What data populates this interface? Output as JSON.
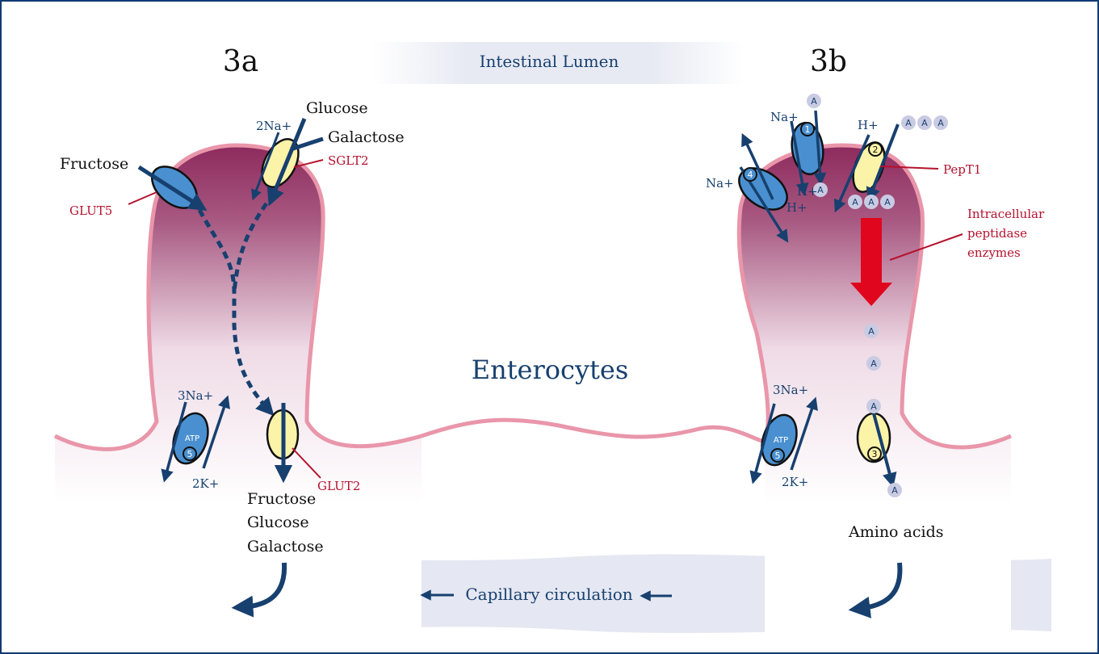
{
  "labels": {
    "panel_a": "3a",
    "panel_b": "3b",
    "lumen": "Intestinal Lumen",
    "enterocytes": "Enterocytes",
    "capillary": "Capillary circulation",
    "glucose": "Glucose",
    "galactose": "Galactose",
    "two_na": "2Na+",
    "sglt2": "SGLT2",
    "fructose": "Fructose",
    "glut5": "GLUT5",
    "three_na_a": "3Na+",
    "two_k_a": "2K+",
    "atp_a": "ATP",
    "five_a": "5",
    "glut2": "GLUT2",
    "out_fructose": "Fructose",
    "out_glucose": "Glucose",
    "out_galactose": "Galactose",
    "na_1": "Na+",
    "na_4": "Na+",
    "h_4": "H+",
    "h_1": "H+",
    "h_2": "H+",
    "pept1": "PepT1",
    "peptidase_1": "Intracellular",
    "peptidase_2": "peptidase",
    "peptidase_3": "enzymes",
    "three_na_b": "3Na+",
    "two_k_b": "2K+",
    "atp_b": "ATP",
    "five_b": "5",
    "amino_acids": "Amino acids",
    "num_1": "1",
    "num_2": "2",
    "num_3": "3",
    "num_4": "4",
    "bead": "A"
  },
  "colors": {
    "navy": "#17406f",
    "red_label": "#b5122e",
    "pink_membrane": "#e996aa",
    "villus_top": "#8d2a5d",
    "transporter_blue": "#4a90d0",
    "transporter_yellow": "#fbf3a8",
    "bead_fill": "#c9cbe3",
    "capillary_band": "#e5e7f2",
    "peptidase_arrow": "#e0061e"
  }
}
